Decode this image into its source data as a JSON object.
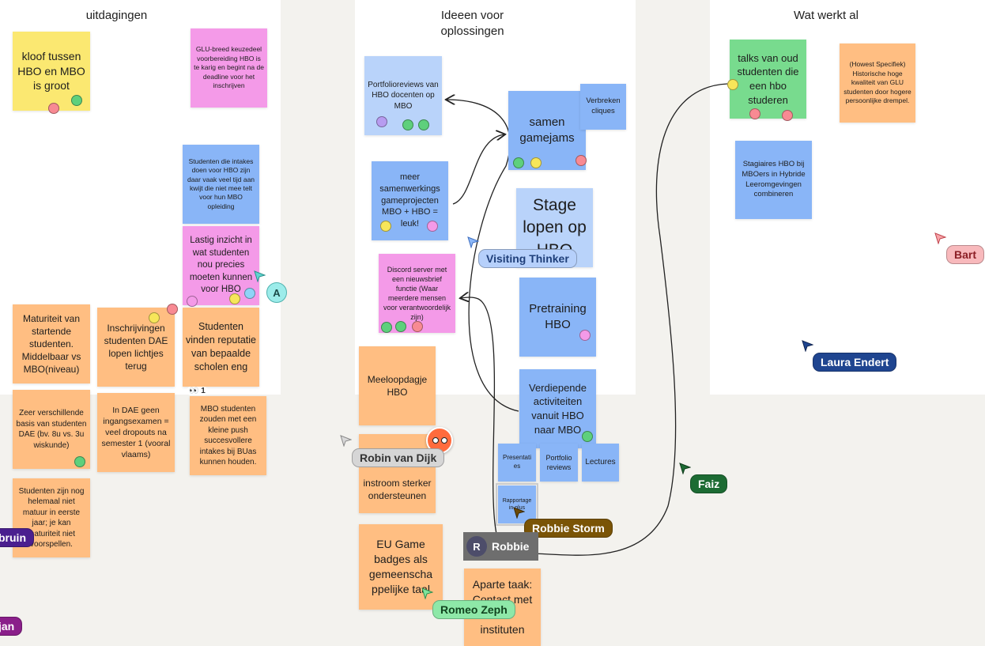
{
  "frames": {
    "challenges": "uitdagingen",
    "ideas": "Ideeen voor oplossingen",
    "works": "Wat werkt al"
  },
  "notes": {
    "n1": "kloof tussen HBO en MBO is groot",
    "n2": "GLU-breed keuzedeel voorbereiding HBO is te karig en begint na de deadline voor het inschrijven",
    "n3": "Studenten die intakes doen voor HBO zijn daar vaak veel tijd aan kwijt die niet mee telt voor hun MBO opleiding",
    "n4": "Lastig inzicht in wat studenten nou precies moeten kunnen voor HBO",
    "n5": "Maturiteit van startende studenten. Middelbaar vs MBO(niveau)",
    "n6": "Inschrijvingen studenten DAE lopen lichtjes terug",
    "n7": "Studenten vinden reputatie van bepaalde scholen eng",
    "n8": "Zeer verschillende basis van studenten DAE (bv. 8u vs. 3u wiskunde)",
    "n9": "In DAE geen ingangsexamen = veel dropouts na semester 1 (vooral vlaams)",
    "n10": "MBO studenten zouden met een kleine push succesvollere intakes bij BUas kunnen houden.",
    "n11": "Studenten zijn nog helemaal niet matuur in eerste jaar; je kan maturiteit niet voorspellen.",
    "i1": "Portfolioreviews van HBO docenten op MBO",
    "i2": "samen gamejams",
    "i3": "Verbreken cliques",
    "i4": "meer samenwerkings gameprojecten MBO + HBO = leuk!",
    "i5": "Stage lopen op HBO",
    "i6": "Discord server met een nieuwsbrief functie (Waar meerdere mensen voor verantwoordelijk zijn)",
    "i7": "Pretraining HBO",
    "i8": "Meeloopdagje HBO",
    "i9": "Verdiepende activiteiten vanuit HBO naar MBO",
    "i10": "Presentaties",
    "i11": "Portfolio reviews",
    "i12": "Lectures",
    "i13": "Rapportage in plus",
    "i14": "instroom sterker ondersteunen",
    "i15": "EU Game badges als gemeenscha ppelijke taal",
    "i16": "Aparte taak: Contact met HBO instituten",
    "w1": "talks van oud studenten die een hbo studeren",
    "w2": "(Howest Specifiek) Historische hoge kwaliteit van GLU studenten door hogere persoonlijke drempel.",
    "w3": "Stagiaires HBO bij MBOers in Hybride Leeromgevingen combineren"
  },
  "reaction": {
    "icon": "eyes-icon",
    "count": "1"
  },
  "cursors": {
    "a": "A",
    "visiting": "Visiting Thinker",
    "bart": "Bart",
    "laura": "Laura Endert",
    "robin": "Robin van Dijk",
    "faiz": "Faiz",
    "robbie_storm": "Robbie Storm",
    "robbie": "Robbie",
    "robbie_avatar": "R",
    "romeo": "Romeo Zeph",
    "bruin": "bruin",
    "jan": "jan"
  },
  "colors": {
    "canvas": "#f3f2ee",
    "yellow_note": "#fbe871",
    "pink_note": "#f49ae8",
    "blue_note": "#89b5f7",
    "light_blue_note": "#b9d3fa",
    "green_note": "#78db8e",
    "orange_note": "#ffbe82"
  }
}
